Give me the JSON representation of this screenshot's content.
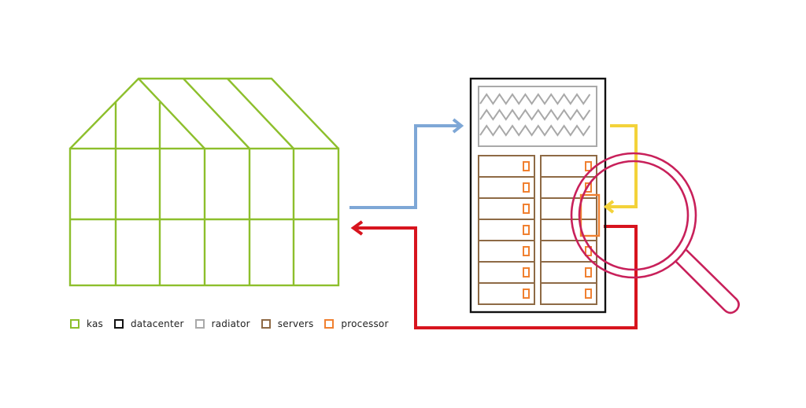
{
  "colors": {
    "kas": "#8dbf2c",
    "datacenter": "#111111",
    "radiator": "#a9a9a9",
    "servers": "#8e6a45",
    "processor": "#f08030",
    "cold_flow": "#7ea7d6",
    "heat_flow": "#d7141e",
    "yellow_flow": "#f3d23a",
    "magnifier": "#c8205a"
  },
  "legend": {
    "items": [
      {
        "key": "kas",
        "label": "kas"
      },
      {
        "key": "datacenter",
        "label": "datacenter"
      },
      {
        "key": "radiator",
        "label": "radiator"
      },
      {
        "key": "servers",
        "label": "servers"
      },
      {
        "key": "processor",
        "label": "processor"
      }
    ]
  },
  "icons": {
    "greenhouse": "greenhouse-icon",
    "datacenter": "datacenter-rack-icon",
    "radiator": "radiator-icon",
    "magnifier": "magnifying-glass-icon"
  }
}
